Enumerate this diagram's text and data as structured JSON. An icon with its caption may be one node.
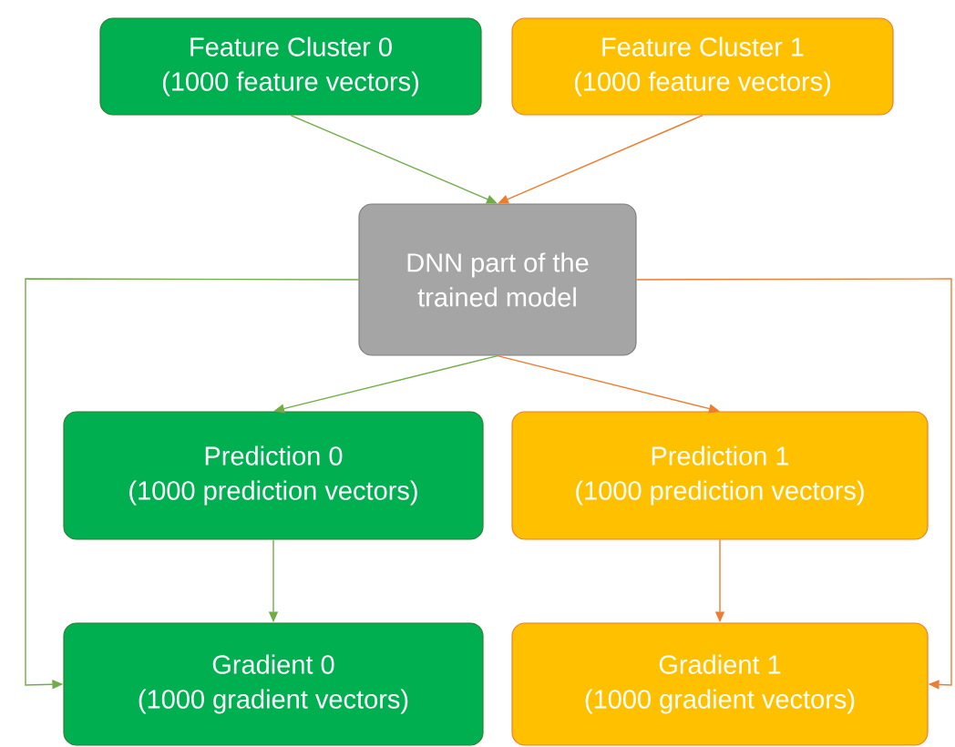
{
  "diagram": {
    "nodes": [
      {
        "text": [
          "Feature Cluster 0",
          "(1000 feature vectors)"
        ]
      },
      {
        "text": [
          "Feature Cluster 1",
          "(1000 feature vectors)"
        ]
      },
      {
        "text": [
          "DNN part of the trained model"
        ]
      },
      {
        "text": [
          "Prediction 0",
          "(1000 prediction vectors)"
        ]
      },
      {
        "text": [
          "Prediction 1",
          "(1000 prediction vectors)"
        ]
      },
      {
        "text": [
          "Gradient 0",
          "(1000 gradient vectors)"
        ]
      },
      {
        "text": [
          "Gradient 1",
          "(1000 gradient vectors)"
        ]
      }
    ],
    "edges": [
      {
        "from": 0,
        "to": 2,
        "arrow": "to",
        "color": "#70ad47"
      },
      {
        "from": 1,
        "to": 2,
        "arrow": "to",
        "color": "#ed7d31"
      },
      {
        "from": 2,
        "to": 3,
        "arrow": "to",
        "color": "#70ad47"
      },
      {
        "from": 2,
        "to": 4,
        "arrow": "to",
        "color": "#ed7d31"
      },
      {
        "from": 3,
        "to": 5,
        "arrow": "to",
        "color": "#70ad47"
      },
      {
        "from": 4,
        "to": 6,
        "arrow": "to",
        "color": "#ed7d31"
      },
      {
        "from": 2,
        "to": 5,
        "arrow": "to",
        "color": "#70ad47"
      },
      {
        "from": 2,
        "to": 6,
        "arrow": "to",
        "color": "#ed7d31"
      }
    ]
  }
}
